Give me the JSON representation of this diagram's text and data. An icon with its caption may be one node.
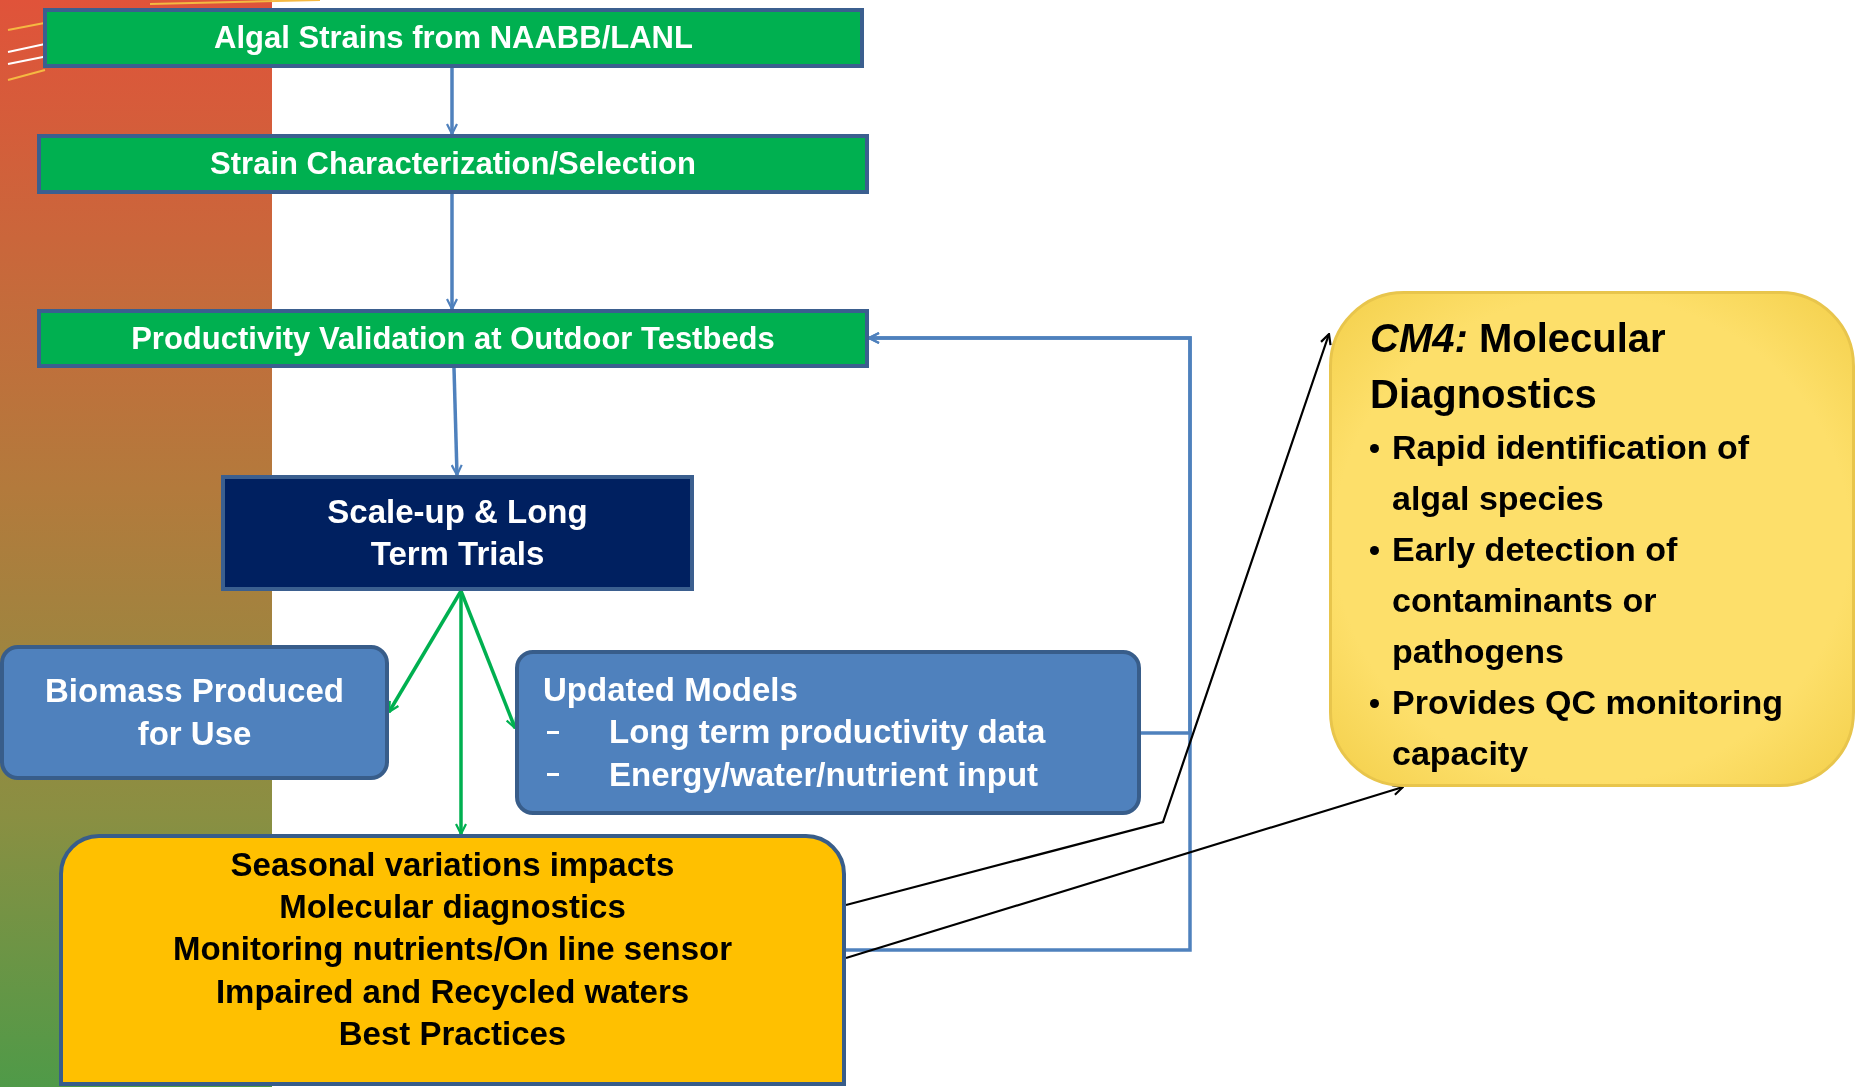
{
  "diagram": {
    "nodes": [
      {
        "text": [
          "Algal Strains from NAABB/LANL"
        ]
      },
      {
        "text": [
          "Strain Characterization/Selection"
        ]
      },
      {
        "text": [
          "Productivity Validation at Outdoor Testbeds"
        ]
      },
      {
        "text": [
          "Scale-up & Long Term Trials"
        ]
      },
      {
        "text": [
          "Biomass Produced for Use"
        ]
      },
      {
        "text": [
          "Updated Models",
          "Long term productivity data",
          "Energy/water/nutrient input"
        ]
      },
      {
        "text": [
          "Seasonal variations impacts",
          "Molecular diagnostics",
          "Monitoring nutrients/On line sensor",
          "Impaired and Recycled waters",
          "Best Practices"
        ]
      },
      {
        "text": [
          "*CM4:* Molecular Diagnostics",
          "Rapid identification of algal species",
          "Early detection of contaminants or pathogens",
          "Provides QC monitoring capacity"
        ]
      }
    ],
    "edges": [
      {
        "from": 0,
        "to": 1,
        "arrow": "to"
      },
      {
        "from": 1,
        "to": 2,
        "arrow": "to"
      },
      {
        "from": 2,
        "to": 3,
        "arrow": "to"
      },
      {
        "from": 3,
        "to": 4,
        "arrow": "to",
        "color": "#00b050"
      },
      {
        "from": 3,
        "to": 6,
        "arrow": "to",
        "color": "#00b050"
      },
      {
        "from": 3,
        "to": 5,
        "arrow": "to",
        "color": "#00b050"
      },
      {
        "from": 5,
        "to": 2,
        "arrow": "to"
      },
      {
        "from": 6,
        "to": 2,
        "arrow": "to"
      },
      {
        "from": 6,
        "to": 7,
        "arrow": "to",
        "color": "#000000"
      },
      {
        "from": 6,
        "to": 7,
        "arrow": "to",
        "color": "#000000"
      }
    ]
  }
}
